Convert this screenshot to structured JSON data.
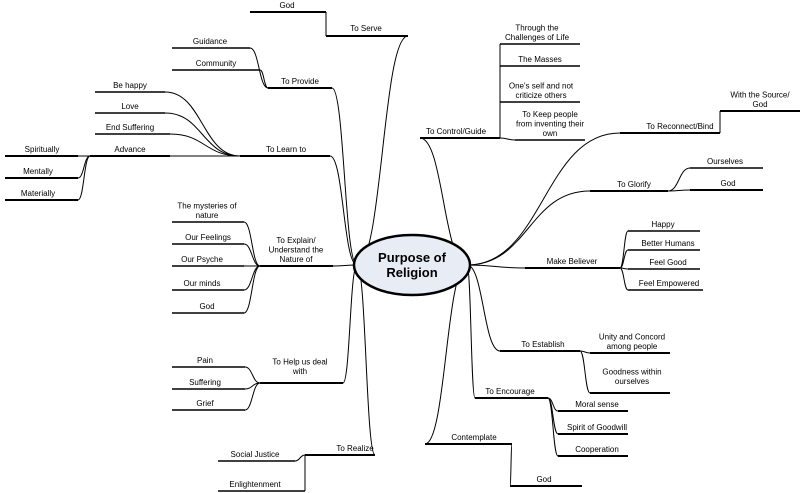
{
  "center": {
    "label": [
      "Purpose of",
      "Religion"
    ]
  },
  "branches": [
    {
      "id": "serve",
      "label": [
        "To Serve"
      ],
      "children": [
        {
          "label": [
            "God"
          ]
        }
      ]
    },
    {
      "id": "provide",
      "label": [
        "To Provide"
      ],
      "children": [
        {
          "label": [
            "Guidance"
          ]
        },
        {
          "label": [
            "Community"
          ]
        }
      ]
    },
    {
      "id": "learn",
      "label": [
        "To Learn to"
      ],
      "children": [
        {
          "label": [
            "Be happy"
          ]
        },
        {
          "label": [
            "Love"
          ]
        },
        {
          "label": [
            "End Suffering"
          ]
        },
        {
          "label": [
            "Advance"
          ],
          "children": [
            {
              "label": [
                "Spiritually"
              ]
            },
            {
              "label": [
                "Mentally"
              ]
            },
            {
              "label": [
                "Materially"
              ]
            }
          ]
        }
      ]
    },
    {
      "id": "explain",
      "label": [
        "To Explain/",
        "Understand the",
        "Nature of"
      ],
      "children": [
        {
          "label": [
            "The mysteries of",
            "nature"
          ]
        },
        {
          "label": [
            "Our Feelings"
          ]
        },
        {
          "label": [
            "Our Psyche"
          ]
        },
        {
          "label": [
            "Our minds"
          ]
        },
        {
          "label": [
            "God"
          ]
        }
      ]
    },
    {
      "id": "help",
      "label": [
        "To Help us deal",
        "with"
      ],
      "children": [
        {
          "label": [
            "Pain"
          ]
        },
        {
          "label": [
            "Suffering"
          ]
        },
        {
          "label": [
            "Grief"
          ]
        }
      ]
    },
    {
      "id": "realize",
      "label": [
        "To Realize"
      ],
      "children": [
        {
          "label": [
            "Social Justice"
          ]
        },
        {
          "label": [
            "Enlightenment"
          ]
        }
      ]
    },
    {
      "id": "control",
      "label": [
        "To Control/Guide"
      ],
      "children": [
        {
          "label": [
            "Through the",
            "Challenges of Life"
          ]
        },
        {
          "label": [
            "The Masses"
          ]
        },
        {
          "label": [
            "One's self and not",
            "criticize others"
          ]
        },
        {
          "label": [
            "To Keep people",
            "from inventing their",
            "own"
          ]
        }
      ]
    },
    {
      "id": "reconnect",
      "label": [
        "To Reconnect/Bind"
      ],
      "children": [
        {
          "label": [
            "With the Source/",
            "God"
          ]
        }
      ]
    },
    {
      "id": "glorify",
      "label": [
        "To Glorify"
      ],
      "children": [
        {
          "label": [
            "Ourselves"
          ]
        },
        {
          "label": [
            "God"
          ]
        }
      ]
    },
    {
      "id": "believer",
      "label": [
        "Make Believer"
      ],
      "children": [
        {
          "label": [
            "Happy"
          ]
        },
        {
          "label": [
            "Better Humans"
          ]
        },
        {
          "label": [
            "Feel Good"
          ]
        },
        {
          "label": [
            "Feel Empowered"
          ]
        }
      ]
    },
    {
      "id": "establish",
      "label": [
        "To Establish"
      ],
      "children": [
        {
          "label": [
            "Unity and Concord",
            "among people"
          ]
        },
        {
          "label": [
            "Goodness within",
            "ourselves"
          ]
        }
      ]
    },
    {
      "id": "encourage",
      "label": [
        "To Encourage"
      ],
      "children": [
        {
          "label": [
            "Moral sense"
          ]
        },
        {
          "label": [
            "Spirit of Goodwill"
          ]
        },
        {
          "label": [
            "Cooperation"
          ]
        }
      ]
    },
    {
      "id": "contemplate",
      "label": [
        "Contemplate"
      ],
      "children": [
        {
          "label": [
            "God"
          ]
        }
      ]
    }
  ]
}
